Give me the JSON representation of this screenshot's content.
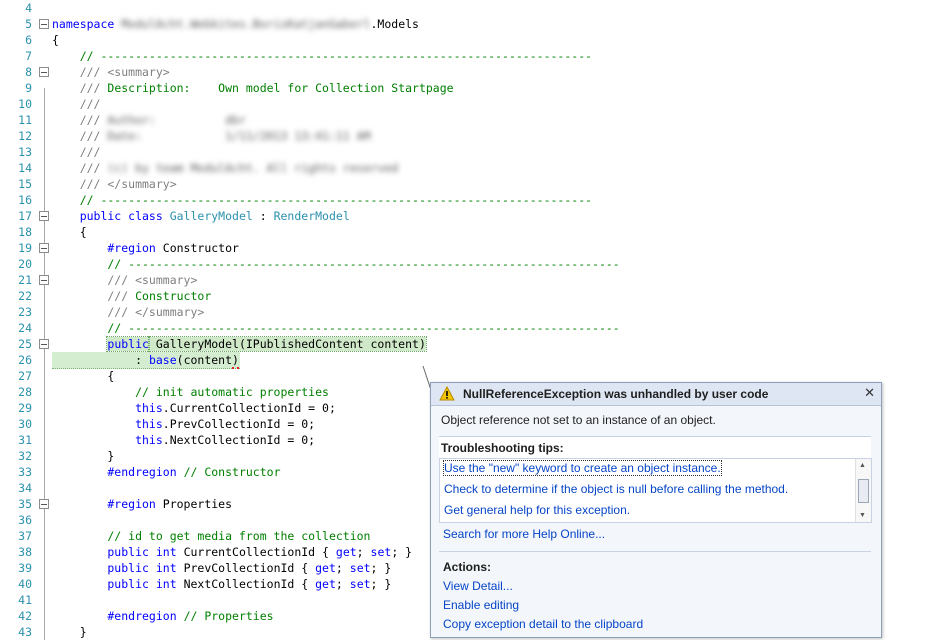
{
  "editor": {
    "lines": [
      {
        "n": "4",
        "fold": false,
        "segs": []
      },
      {
        "n": "5",
        "fold": true,
        "segs": [
          {
            "c": "kw",
            "t": "namespace "
          },
          {
            "c": "blur",
            "t": "ModulAcht.Webkites.BorisKatjanGaberl"
          },
          {
            "c": "",
            "t": ".Models"
          }
        ]
      },
      {
        "n": "6",
        "fold": false,
        "segs": [
          {
            "c": "",
            "t": "{"
          }
        ]
      },
      {
        "n": "7",
        "fold": false,
        "segs": [
          {
            "c": "cm",
            "t": "    // -----------------------------------------------------------------------"
          }
        ]
      },
      {
        "n": "8",
        "fold": true,
        "segs": [
          {
            "c": "doc",
            "t": "    /// <summary>"
          }
        ]
      },
      {
        "n": "9",
        "fold": false,
        "segs": [
          {
            "c": "doc",
            "t": "    /// "
          },
          {
            "c": "cm",
            "t": "Description:    Own model for Collection Startpage"
          }
        ]
      },
      {
        "n": "10",
        "fold": false,
        "segs": [
          {
            "c": "doc",
            "t": "    ///"
          }
        ]
      },
      {
        "n": "11",
        "fold": false,
        "segs": [
          {
            "c": "doc",
            "t": "    /// "
          },
          {
            "c": "blur",
            "t": "Author:          dbr"
          }
        ]
      },
      {
        "n": "12",
        "fold": false,
        "segs": [
          {
            "c": "doc",
            "t": "    /// "
          },
          {
            "c": "blur",
            "t": "Date:            1/11/2013 13:41:11 AM"
          }
        ]
      },
      {
        "n": "13",
        "fold": false,
        "segs": [
          {
            "c": "doc",
            "t": "    ///"
          }
        ]
      },
      {
        "n": "14",
        "fold": false,
        "segs": [
          {
            "c": "doc",
            "t": "    /// "
          },
          {
            "c": "blur",
            "t": "(c) by team ModulAcht. All rights reserved"
          }
        ]
      },
      {
        "n": "15",
        "fold": false,
        "segs": [
          {
            "c": "doc",
            "t": "    /// </summary>"
          }
        ]
      },
      {
        "n": "16",
        "fold": false,
        "segs": [
          {
            "c": "cm",
            "t": "    // -----------------------------------------------------------------------"
          }
        ]
      },
      {
        "n": "17",
        "fold": true,
        "segs": [
          {
            "c": "kw",
            "t": "    public class "
          },
          {
            "c": "ty",
            "t": "GalleryModel"
          },
          {
            "c": "",
            "t": " : "
          },
          {
            "c": "ty",
            "t": "RenderModel"
          }
        ]
      },
      {
        "n": "18",
        "fold": false,
        "segs": [
          {
            "c": "",
            "t": "    {"
          }
        ]
      },
      {
        "n": "19",
        "fold": true,
        "segs": [
          {
            "c": "kw",
            "t": "        #region "
          },
          {
            "c": "",
            "t": "Constructor"
          }
        ]
      },
      {
        "n": "20",
        "fold": false,
        "segs": [
          {
            "c": "cm",
            "t": "        // -----------------------------------------------------------------------"
          }
        ]
      },
      {
        "n": "21",
        "fold": true,
        "segs": [
          {
            "c": "doc",
            "t": "        /// <summary>"
          }
        ]
      },
      {
        "n": "22",
        "fold": false,
        "segs": [
          {
            "c": "doc",
            "t": "        /// "
          },
          {
            "c": "cm",
            "t": "Constructor"
          }
        ]
      },
      {
        "n": "23",
        "fold": false,
        "segs": [
          {
            "c": "doc",
            "t": "        /// </summary>"
          }
        ]
      },
      {
        "n": "24",
        "fold": false,
        "segs": [
          {
            "c": "cm",
            "t": "        // -----------------------------------------------------------------------"
          }
        ]
      },
      {
        "n": "25",
        "fold": true,
        "hl": true,
        "segs": [
          {
            "c": "",
            "t": "        "
          },
          {
            "c": "kw hl",
            "t": "public"
          },
          {
            "c": "hl",
            "t": " GalleryModel(IPublishedContent content)"
          }
        ]
      },
      {
        "n": "26",
        "fold": false,
        "hlrow": true,
        "segs": [
          {
            "c": "",
            "t": "            : "
          },
          {
            "c": "kw",
            "t": "base"
          },
          {
            "c": "",
            "t": "(content"
          },
          {
            "c": "squig",
            "t": ")"
          }
        ]
      },
      {
        "n": "27",
        "fold": false,
        "segs": [
          {
            "c": "",
            "t": "        {"
          }
        ]
      },
      {
        "n": "28",
        "fold": false,
        "segs": [
          {
            "c": "cm",
            "t": "            // init automatic properties"
          }
        ]
      },
      {
        "n": "29",
        "fold": false,
        "segs": [
          {
            "c": "kw",
            "t": "            this"
          },
          {
            "c": "",
            "t": ".CurrentCollectionId = 0;"
          }
        ]
      },
      {
        "n": "30",
        "fold": false,
        "segs": [
          {
            "c": "kw",
            "t": "            this"
          },
          {
            "c": "",
            "t": ".PrevCollectionId = 0;"
          }
        ]
      },
      {
        "n": "31",
        "fold": false,
        "segs": [
          {
            "c": "kw",
            "t": "            this"
          },
          {
            "c": "",
            "t": ".NextCollectionId = 0;"
          }
        ]
      },
      {
        "n": "32",
        "fold": false,
        "segs": [
          {
            "c": "",
            "t": "        }"
          }
        ]
      },
      {
        "n": "33",
        "fold": false,
        "segs": [
          {
            "c": "kw",
            "t": "        #endregion "
          },
          {
            "c": "cm",
            "t": "// Constructor"
          }
        ]
      },
      {
        "n": "34",
        "fold": false,
        "segs": []
      },
      {
        "n": "35",
        "fold": true,
        "segs": [
          {
            "c": "kw",
            "t": "        #region "
          },
          {
            "c": "",
            "t": "Properties"
          }
        ]
      },
      {
        "n": "36",
        "fold": false,
        "segs": []
      },
      {
        "n": "37",
        "fold": false,
        "segs": [
          {
            "c": "cm",
            "t": "        // id to get media from the collection"
          }
        ]
      },
      {
        "n": "38",
        "fold": false,
        "segs": [
          {
            "c": "kw",
            "t": "        public int "
          },
          {
            "c": "",
            "t": "CurrentCollectionId { "
          },
          {
            "c": "kw",
            "t": "get"
          },
          {
            "c": "",
            "t": "; "
          },
          {
            "c": "kw",
            "t": "set"
          },
          {
            "c": "",
            "t": "; }"
          }
        ]
      },
      {
        "n": "39",
        "fold": false,
        "segs": [
          {
            "c": "kw",
            "t": "        public int "
          },
          {
            "c": "",
            "t": "PrevCollectionId { "
          },
          {
            "c": "kw",
            "t": "get"
          },
          {
            "c": "",
            "t": "; "
          },
          {
            "c": "kw",
            "t": "set"
          },
          {
            "c": "",
            "t": "; }"
          }
        ]
      },
      {
        "n": "40",
        "fold": false,
        "segs": [
          {
            "c": "kw",
            "t": "        public int "
          },
          {
            "c": "",
            "t": "NextCollectionId { "
          },
          {
            "c": "kw",
            "t": "get"
          },
          {
            "c": "",
            "t": "; "
          },
          {
            "c": "kw",
            "t": "set"
          },
          {
            "c": "",
            "t": "; }"
          }
        ]
      },
      {
        "n": "41",
        "fold": false,
        "segs": []
      },
      {
        "n": "42",
        "fold": false,
        "segs": [
          {
            "c": "kw",
            "t": "        #endregion "
          },
          {
            "c": "cm",
            "t": "// Properties"
          }
        ]
      },
      {
        "n": "43",
        "fold": false,
        "segs": [
          {
            "c": "",
            "t": "    }"
          }
        ]
      }
    ]
  },
  "exception": {
    "title": "NullReferenceException was unhandled by user code",
    "close": "✕",
    "message": "Object reference not set to an instance of an object.",
    "tips_label": "Troubleshooting tips:",
    "tips": [
      "Use the \"new\" keyword to create an object instance.",
      "Check to determine if the object is null before calling the method.",
      "Get general help for this exception."
    ],
    "search_online": "Search for more Help Online...",
    "actions_label": "Actions:",
    "actions": [
      "View Detail...",
      "Enable editing",
      "Copy exception detail to the clipboard"
    ],
    "colors": {
      "link": "#0645c7",
      "keyword": "#0000ff",
      "comment": "#008000",
      "type": "#2b91af",
      "highlight": "#cfe9c9"
    }
  }
}
